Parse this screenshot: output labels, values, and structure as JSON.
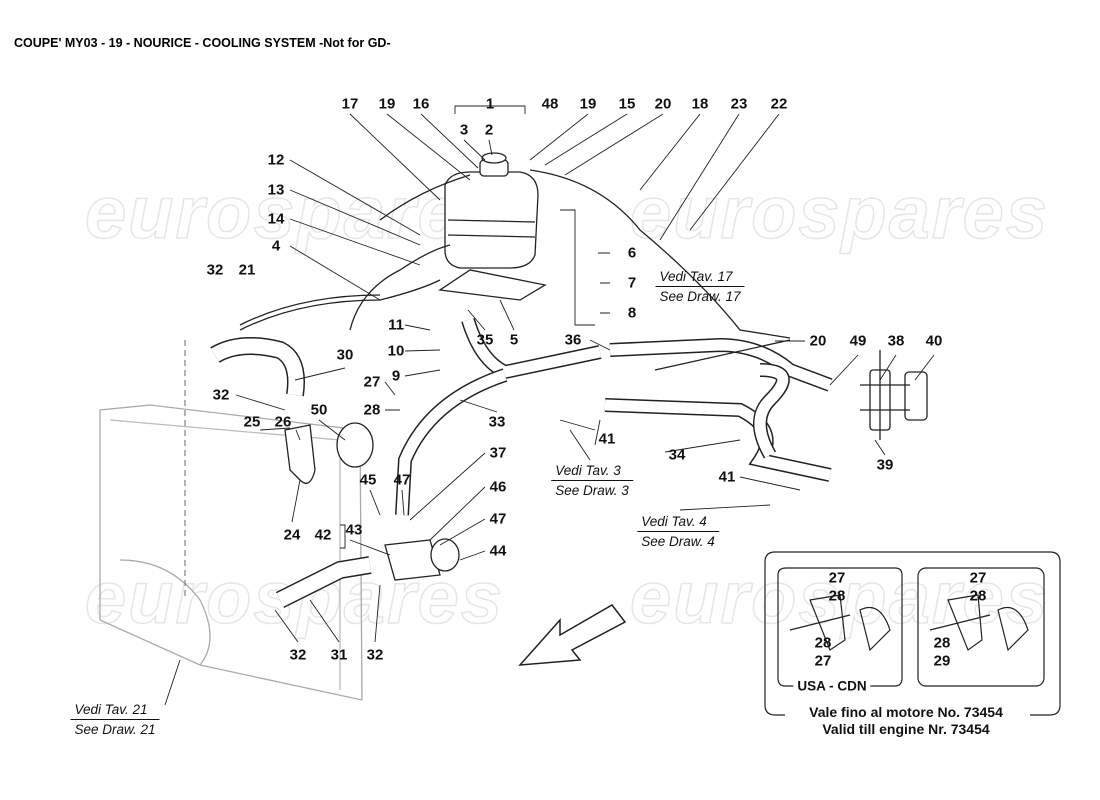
{
  "title": "COUPE' MY03 - 19 - NOURICE - COOLING SYSTEM -Not for GD-",
  "watermark": "eurospares",
  "labels": [
    "17",
    "19",
    "16",
    "1",
    "48",
    "19",
    "15",
    "20",
    "18",
    "23",
    "22",
    "3",
    "2",
    "12",
    "13",
    "14",
    "4",
    "32",
    "21",
    "6",
    "7",
    "8",
    "11",
    "35",
    "5",
    "36",
    "20",
    "49",
    "38",
    "40",
    "10",
    "9",
    "30",
    "27",
    "28",
    "50",
    "32",
    "25",
    "26",
    "41",
    "33",
    "34",
    "39",
    "37",
    "46",
    "47",
    "44",
    "45",
    "47",
    "41",
    "24",
    "42",
    "43",
    "32",
    "31",
    "32"
  ],
  "references": [
    {
      "it": "Vedi Tav. 17",
      "en": "See Draw. 17"
    },
    {
      "it": "Vedi Tav. 3",
      "en": "See Draw. 3"
    },
    {
      "it": "Vedi Tav. 4",
      "en": "See Draw. 4"
    },
    {
      "it": "Vedi Tav. 21",
      "en": "See Draw. 21"
    }
  ],
  "inset": {
    "left_labels": [
      "27",
      "28",
      "28",
      "27"
    ],
    "left_caption": "USA - CDN",
    "right_labels": [
      "27",
      "28",
      "28",
      "29"
    ],
    "note_it": "Vale fino al motore No. 73454",
    "note_en": "Valid till engine Nr. 73454"
  }
}
